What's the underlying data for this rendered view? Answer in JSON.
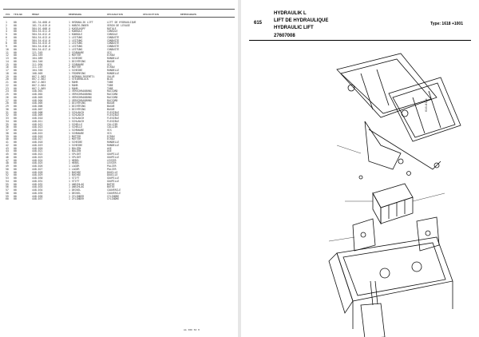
{
  "left_page": {
    "header": [
      "POS",
      "TEILNR",
      "MENGE",
      "BENENNUNG",
      "DESIGNATION",
      "DESCRIPTION",
      "BEMERKUNGEN"
    ],
    "rows": [
      [
        "1",
        "00",
        "181.34.068.0",
        "1 HYDRAULIK LIFT",
        "LIFT DE HYDRAULIQUE"
      ],
      [
        "2",
        "00",
        "181.74.019.0",
        "1 HUBZYLINDER",
        "VERIN DE LEVAGE"
      ],
      [
        "3",
        "00",
        "584.01.008.0",
        "1 KUGELKOPF",
        "ROTULE"
      ],
      [
        "4",
        "00",
        "584.54.011.0",
        "1 KONSOLE",
        "CONSOLE"
      ],
      [
        "5",
        "00",
        "584.54.012.0",
        "1 KONSOLE",
        "CONSOLE"
      ],
      [
        "6",
        "00",
        "584.54.013.0",
        "1 LEITUNG",
        "CONDUITE"
      ],
      [
        "7",
        "00",
        "584.54.014.0",
        "1 LEITUNG",
        "CONDUITE"
      ],
      [
        "8",
        "00",
        "584.54.015.0",
        "1 LEITUNG",
        "CONDUITE"
      ],
      [
        "9",
        "00",
        "584.54.016.0",
        "1 LEITUNG",
        "CONDUITE"
      ],
      [
        "10",
        "00",
        "584.54.017.0",
        "1 LEITUNG",
        "CONDUITE"
      ],
      [
        "11",
        "00",
        "121.345",
        "1 SCHRAUBE",
        "VIS"
      ],
      [
        "12",
        "00",
        "104.359",
        "1 MUTTER",
        "ECROU"
      ],
      [
        "13",
        "00",
        "104.089",
        "1 SCHEIBE",
        "RONDELLE"
      ],
      [
        "14",
        "00",
        "104.346",
        "1 DICHTRING",
        "BAGUE"
      ],
      [
        "15",
        "00",
        "111.094",
        "2 SCHRAUBE",
        "VIS"
      ],
      [
        "16",
        "00",
        "111.167",
        "2 MUTTER",
        "ECROU"
      ],
      [
        "17",
        "00",
        "104.356",
        "1 SCHEIBE",
        "RONDELLE"
      ],
      [
        "18",
        "00",
        "108.003",
        "1 FEDERRING",
        "RONDELLE"
      ],
      [
        "19",
        "00",
        "667.1.863",
        "1 HYDRAULIKVENTIL",
        "VALVE"
      ],
      [
        "20",
        "00",
        "667.2.862",
        "1 STEUERBLOCK",
        "BLOC"
      ],
      [
        "21",
        "00",
        "667.2.863",
        "1 ROHR",
        "TUBE"
      ],
      [
        "22",
        "00",
        "667.2.864",
        "1 ROHR",
        "TUBE"
      ],
      [
        "23",
        "00",
        "667.2.865",
        "1 ROHR",
        "TUBE"
      ],
      [
        "24",
        "00",
        "448.001",
        "1 VERSCHRAUBUNG",
        "RACCORD"
      ],
      [
        "25",
        "00",
        "448.002",
        "1 VERSCHRAUBUNG",
        "RACCORD"
      ],
      [
        "26",
        "00",
        "448.003",
        "1 VERSCHRAUBUNG",
        "RACCORD"
      ],
      [
        "27",
        "00",
        "448.004",
        "1 VERSCHRAUBUNG",
        "RACCORD"
      ],
      [
        "28",
        "00",
        "448.005",
        "1 DICHTRING",
        "BAGUE"
      ],
      [
        "29",
        "00",
        "448.006",
        "1 DICHTRING",
        "BAGUE"
      ],
      [
        "30",
        "00",
        "448.007",
        "1 DICHTRING",
        "BAGUE"
      ],
      [
        "31",
        "00",
        "448.008",
        "1 SCHLAUCH",
        "FLEXIBLE"
      ],
      [
        "32",
        "00",
        "448.009",
        "1 SCHLAUCH",
        "FLEXIBLE"
      ],
      [
        "33",
        "00",
        "448.010",
        "1 SCHLAUCH",
        "FLEXIBLE"
      ],
      [
        "34",
        "00",
        "448.011",
        "1 SCHLAUCH",
        "FLEXIBLE"
      ],
      [
        "35",
        "00",
        "448.012",
        "1 SCHELLE",
        "COLLIER"
      ],
      [
        "36",
        "00",
        "448.013",
        "1 SCHELLE",
        "COLLIER"
      ],
      [
        "37",
        "00",
        "448.014",
        "1 SCHRAUBE",
        "VIS"
      ],
      [
        "38",
        "00",
        "448.015",
        "1 SCHRAUBE",
        "VIS"
      ],
      [
        "39",
        "00",
        "448.016",
        "1 MUTTER",
        "ECROU"
      ],
      [
        "40",
        "00",
        "448.017",
        "1 MUTTER",
        "ECROU"
      ],
      [
        "41",
        "00",
        "448.018",
        "1 SCHEIBE",
        "RONDELLE"
      ],
      [
        "42",
        "00",
        "448.019",
        "1 SCHEIBE",
        "RONDELLE"
      ],
      [
        "43",
        "00",
        "448.020",
        "1 BOLZEN",
        "AXE"
      ],
      [
        "44",
        "00",
        "448.021",
        "1 BOLZEN",
        "AXE"
      ],
      [
        "45",
        "00",
        "448.022",
        "1 SPLINT",
        "GOUPILLE"
      ],
      [
        "46",
        "00",
        "448.023",
        "1 SPLINT",
        "GOUPILLE"
      ],
      [
        "47",
        "00",
        "448.024",
        "1 HEBEL",
        "LEVIER"
      ],
      [
        "48",
        "00",
        "448.025",
        "1 HEBEL",
        "LEVIER"
      ],
      [
        "49",
        "00",
        "448.026",
        "1 LAGER",
        "PALIER"
      ],
      [
        "50",
        "00",
        "448.027",
        "1 LAGER",
        "PALIER"
      ],
      [
        "51",
        "00",
        "448.028",
        "1 BUCHSE",
        "DOUILLE"
      ],
      [
        "52",
        "00",
        "448.029",
        "1 BUCHSE",
        "DOUILLE"
      ],
      [
        "53",
        "00",
        "448.030",
        "1 STIFT",
        "GOUPILLE"
      ],
      [
        "54",
        "00",
        "448.031",
        "1 STIFT",
        "GOUPILLE"
      ],
      [
        "55",
        "00",
        "448.032",
        "1 ANSCHLAG",
        "BUTEE"
      ],
      [
        "56",
        "00",
        "448.033",
        "1 ANSCHLAG",
        "BUTEE"
      ],
      [
        "57",
        "00",
        "448.034",
        "1 DECKEL",
        "COUVERCLE"
      ],
      [
        "58",
        "00",
        "448.035",
        "1 DECKEL",
        "COUVERCLE"
      ],
      [
        "59",
        "00",
        "448.036",
        "1 ZYLINDER",
        "CYLINDRE"
      ],
      [
        "60",
        "00",
        "448.037",
        "1 ZYLINDER",
        "CYLINDRE"
      ]
    ],
    "footer": "AG 380 50 H"
  },
  "right_page": {
    "page_number": "615",
    "title_de": "HYDRAULIK L",
    "title_fr": "LIFT DE HYDRAULIQUE",
    "title_en": "HYDRAULIC LIFT",
    "part_number": "27607008",
    "type_line": "Type: 1618   +1001",
    "side_code": "616-8114"
  }
}
